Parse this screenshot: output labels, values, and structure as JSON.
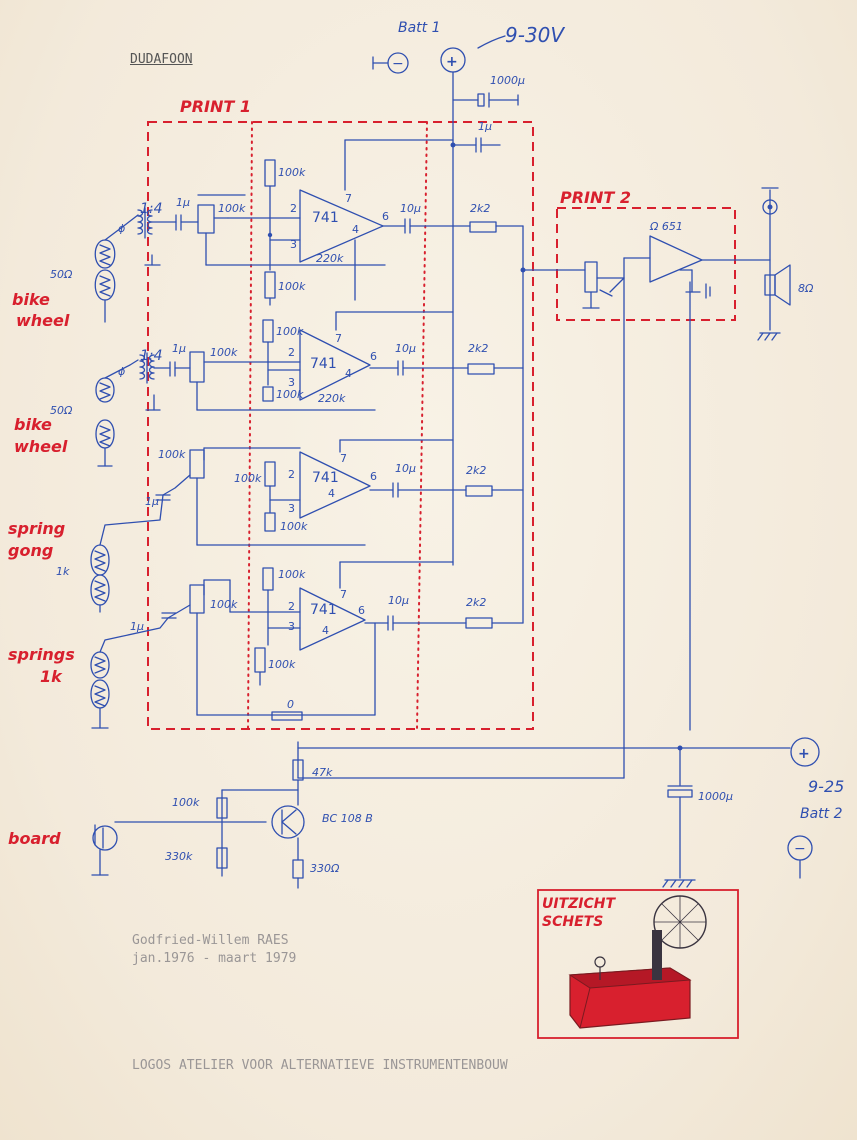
{
  "header": {
    "title": "DUDAFOON",
    "supply1": {
      "name": "Batt 1",
      "voltage": "9-30V",
      "minus": "−",
      "plus": "+"
    },
    "supply2": {
      "voltage": "9-25",
      "name": "Batt 2",
      "minus": "−",
      "plus": "+"
    }
  },
  "boards": {
    "print1": "PRINT 1",
    "print2": "PRINT 2"
  },
  "inputs": [
    {
      "name": "bike wheel",
      "line1": "bike",
      "line2": "wheel",
      "impedance": "50Ω",
      "ratio": "1:4"
    },
    {
      "name": "bike wheel",
      "line1": "bike",
      "line2": "wheel",
      "impedance": "50Ω",
      "ratio": "1:4"
    },
    {
      "name": "spring gong",
      "line1": "spring",
      "line2": "gong",
      "impedance": "1k"
    },
    {
      "name": "springs",
      "line1": "springs",
      "line2": "1k"
    },
    {
      "name": "board",
      "line1": "board"
    }
  ],
  "components": {
    "opamp": "741",
    "poweramp": "Ω 651",
    "transistor": "BC 108 B",
    "speaker": "8Ω",
    "c1000": "1000µ",
    "c1000b": "1000µ",
    "c1u": "1µ",
    "c10u": "10µ",
    "r100k": "100k",
    "r220k": "220k",
    "r2k2": "2k2",
    "r47k": "47k",
    "r330k": "330k",
    "r330": "330Ω",
    "pin2": "2",
    "pin3": "3",
    "pin4": "4",
    "pin6": "6",
    "pin7": "7",
    "zero": "0"
  },
  "sketch": {
    "title_line1": "UITZICHT",
    "title_line2": "SCHETS"
  },
  "credits": {
    "author": "Godfried-Willem RAES",
    "date": "jan.1976 - maart 1979",
    "footer": "LOGOS ATELIER VOOR ALTERNATIEVE INSTRUMENTENBOUW"
  },
  "colors": {
    "ink_blue": "#2f4fb0",
    "ink_red": "#d8202e",
    "paper": "#f6efe0",
    "typed_gray": "#9a9696"
  }
}
